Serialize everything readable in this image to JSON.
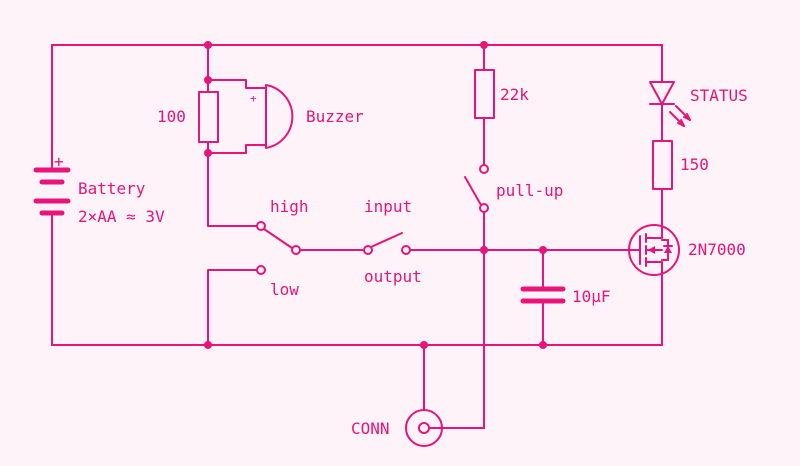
{
  "labels": {
    "resistor_100": "100",
    "buzzer": "Buzzer",
    "buzzer_plus": "+",
    "resistor_22k": "22k",
    "led": "STATUS",
    "resistor_150": "150",
    "mosfet": "2N7000",
    "battery_plus": "+",
    "battery_title": "Battery",
    "battery_spec": "2×AA ≈ 3V",
    "switch_high": "high",
    "switch_low": "low",
    "switch_input": "input",
    "switch_output": "output",
    "pullup": "pull-up",
    "capacitor": "10μF",
    "connector": "CONN"
  },
  "colors": {
    "stroke": "#e8147a",
    "background": "#fdf3f8"
  }
}
